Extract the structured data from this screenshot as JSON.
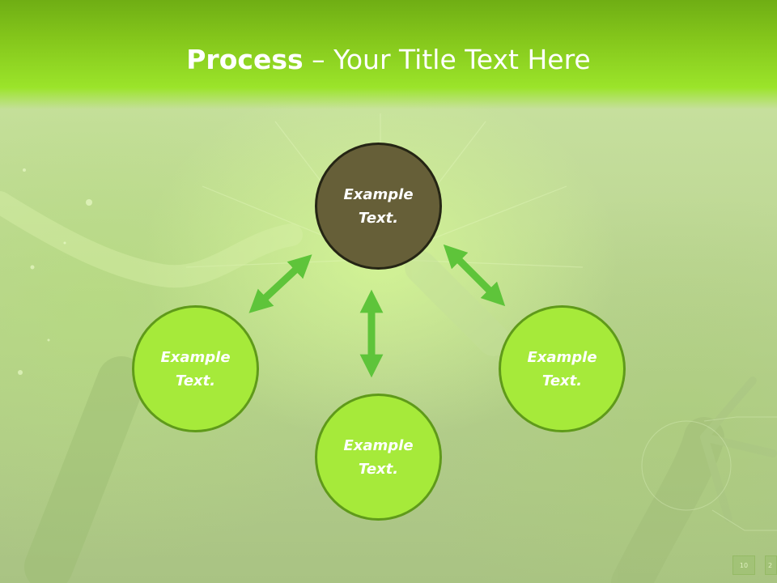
{
  "title": {
    "bold": "Process",
    "rest": " – Your Title Text Here"
  },
  "diagram": {
    "nodes": [
      {
        "id": "top",
        "label": "Example\nText."
      },
      {
        "id": "left",
        "label": "Example\nText."
      },
      {
        "id": "bottom",
        "label": "Example\nText."
      },
      {
        "id": "right",
        "label": "Example\nText."
      }
    ]
  },
  "colors": {
    "header_green": "#84c61b",
    "node_green": "#a6ea3a",
    "node_dark": "#665f38",
    "arrow_green": "#5ec43a"
  },
  "page_indicators": [
    "10",
    "2"
  ]
}
